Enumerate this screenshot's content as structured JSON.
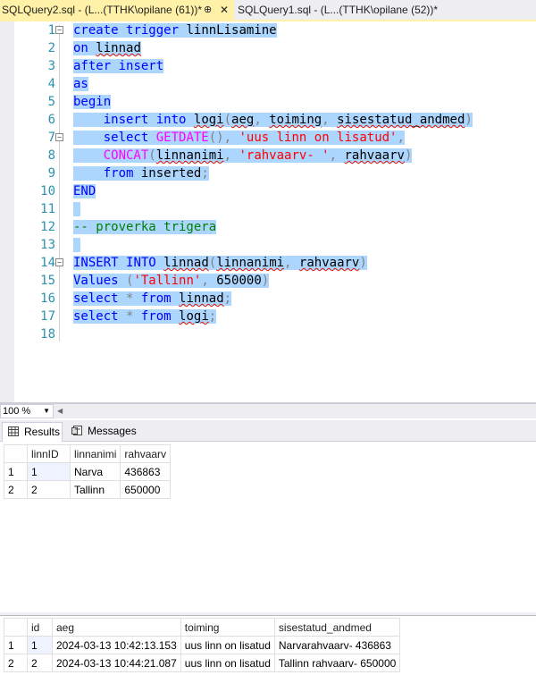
{
  "tabs": [
    {
      "label": "SQLQuery2.sql - (L...(TTHK\\opilane (61))*",
      "pin": "⊕",
      "close": "✕"
    },
    {
      "label": "SQLQuery1.sql - (L...(TTHK\\opilane (52))*"
    }
  ],
  "editor": {
    "line_numbers": [
      "1",
      "2",
      "3",
      "4",
      "5",
      "6",
      "7",
      "8",
      "9",
      "10",
      "11",
      "12",
      "13",
      "14",
      "15",
      "16",
      "17",
      "18"
    ]
  },
  "code": {
    "l1": {
      "kw1": "create",
      "kw2": "trigger",
      "name": "linnLisamine"
    },
    "l2": {
      "kw": "on",
      "table": "linnad"
    },
    "l3": {
      "kw1": "after",
      "kw2": "insert"
    },
    "l4": {
      "kw": "as"
    },
    "l5": {
      "kw": "begin"
    },
    "l6": {
      "kw1": "insert",
      "kw2": "into",
      "table": "logi",
      "c1": "aeg",
      "c2": "toiming",
      "c3": "sisestatud_andmed"
    },
    "l7": {
      "kw": "select",
      "fn": "GETDATE",
      "str": "'uus linn on lisatud'"
    },
    "l8": {
      "fn": "CONCAT",
      "c1": "linnanimi",
      "str": "'rahvaarv- '",
      "c2": "rahvaarv"
    },
    "l9": {
      "kw": "from",
      "table": "inserted"
    },
    "l10": {
      "kw": "END"
    },
    "l12": {
      "comment": "-- proverka trigera"
    },
    "l14": {
      "kw1": "INSERT",
      "kw2": "INTO",
      "table": "linnad",
      "c1": "linnanimi",
      "c2": "rahvaarv"
    },
    "l15": {
      "kw": "Values",
      "str": "'Tallinn'",
      "num": "650000"
    },
    "l16": {
      "kw1": "select",
      "star": "*",
      "kw2": "from",
      "table": "linnad"
    },
    "l17": {
      "kw1": "select",
      "star": "*",
      "kw2": "from",
      "table": "logi"
    }
  },
  "zoom": {
    "value": "100 %"
  },
  "result_tabs": {
    "results": "Results",
    "messages": "Messages"
  },
  "grid1": {
    "headers": [
      "linnID",
      "linnanimi",
      "rahvaarv"
    ],
    "rows": [
      {
        "rn": "1",
        "cells": [
          "1",
          "Narva",
          "436863"
        ]
      },
      {
        "rn": "2",
        "cells": [
          "2",
          "Tallinn",
          "650000"
        ]
      }
    ]
  },
  "grid2": {
    "headers": [
      "id",
      "aeg",
      "toiming",
      "sisestatud_andmed"
    ],
    "rows": [
      {
        "rn": "1",
        "cells": [
          "1",
          "2024-03-13 10:42:13.153",
          "uus linn on lisatud",
          "Narvarahvaarv- 436863"
        ]
      },
      {
        "rn": "2",
        "cells": [
          "2",
          "2024-03-13 10:44:21.087",
          "uus linn on lisatud",
          "Tallinn rahvaarv- 650000"
        ]
      }
    ]
  },
  "colors": {
    "accent_tab": "#fff1a8",
    "selection": "#add6ff",
    "keyword": "#0000ff",
    "function": "#ff00ff",
    "string": "#ff0000",
    "comment": "#008000",
    "line_number": "#2b91af"
  }
}
